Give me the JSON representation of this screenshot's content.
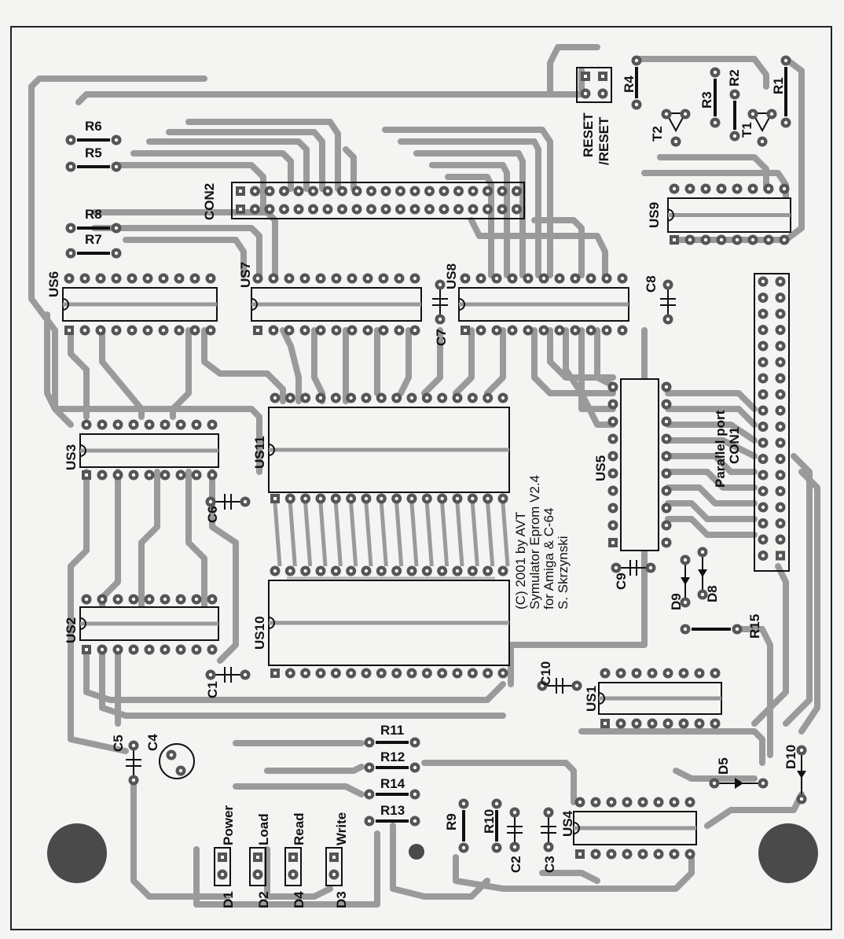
{
  "credits": {
    "line1": "(C) 2001 by AVT",
    "line2": "Symulator Eprom V2.4",
    "line3": "for Amiga & C-64",
    "line4": "S. Skrzynski"
  },
  "connectors": {
    "con1": "CON1",
    "con1_desc": "Parallel port",
    "con2": "CON2"
  },
  "jumpers": {
    "reset": "RESET",
    "nreset": "/RESET"
  },
  "ics": [
    "US1",
    "US2",
    "US3",
    "US4",
    "US5",
    "US6",
    "US7",
    "US8",
    "US9",
    "US10",
    "US11"
  ],
  "resistors": [
    "R1",
    "R2",
    "R3",
    "R4",
    "R5",
    "R6",
    "R7",
    "R8",
    "R9",
    "R10",
    "R11",
    "R12",
    "R13",
    "R14",
    "R15"
  ],
  "capacitors": [
    "C1",
    "C2",
    "C3",
    "C4",
    "C5",
    "C6",
    "C7",
    "C8",
    "C9",
    "C10"
  ],
  "diodes": [
    "D1",
    "D2",
    "D3",
    "D4",
    "D5",
    "D8",
    "D9",
    "D10"
  ],
  "transistors": [
    "T1",
    "T2"
  ],
  "leds": {
    "power": "Power",
    "load": "Load",
    "read": "Read",
    "write": "Write"
  },
  "colors": {
    "trace": "#9a9a9a",
    "pad": "#555555",
    "silk": "#111111",
    "board": "#f4f4f2",
    "mount_hole": "#4a4a4a"
  }
}
